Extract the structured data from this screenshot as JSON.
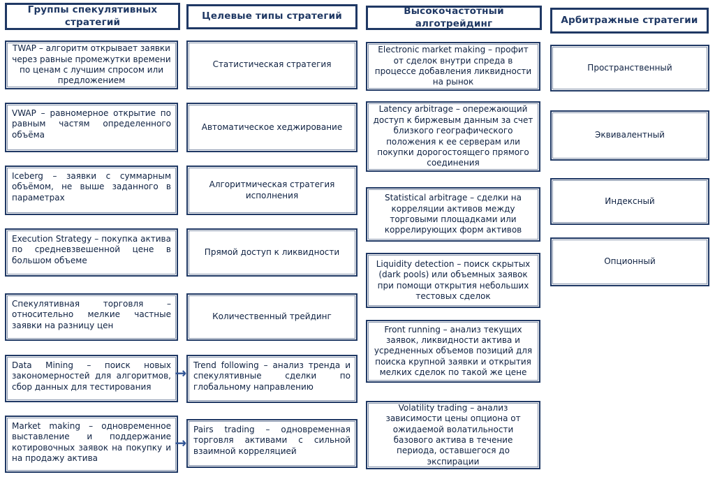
{
  "palette": {
    "border": "#1F3864",
    "header_text": "#1F3864",
    "body_text": "#0E2142",
    "arrow": "#2F5496",
    "background": "#FFFFFF"
  },
  "icons": {
    "arrow_right": "→"
  },
  "columns": [
    {
      "id": "speculative-groups",
      "header": "Группы спекулятивных стратегий",
      "items": [
        "TWAP – алгоритм открывает заявки через равные промежутки времени по ценам с лучшим спросом или предложением",
        "VWAP – равномерное открытие по равным частям определенного объёма",
        "Iceberg – заявки с суммарным объёмом, не выше заданного в параметрах",
        "Execution Strategy – покупка актива по средневзвешенной цене в большом объеме",
        "Спекулятивная торговля – относительно мелкие частные заявки на разницу цен",
        "Data Mining – поиск новых закономерностей для алгоритмов, сбор данных для тестирования",
        "Market making – одновременное выставление и поддержание котировочных заявок на покупку и на продажу актива"
      ]
    },
    {
      "id": "target-types",
      "header": "Целевые типы стратегий",
      "items": [
        "Статистическая стратегия",
        "Автоматическое хеджирование",
        "Алгоритмическая стратегия исполнения",
        "Прямой доступ к ликвидности",
        "Количественный трейдинг",
        "Trend following – анализ тренда и спекулятивные сделки по глобальному направлению",
        "Pairs trading – одновременная торговля активами с сильной взаимной корреляцией"
      ]
    },
    {
      "id": "hft-algotrading",
      "header": "Высокочастотный алготрейдинг",
      "items": [
        "Electronic market making – профит от сделок внутри спреда в процессе добавления ликвидности на рынок",
        "Latency arbitrage – опережающий доступ к биржевым данным за счет близкого географического положения к ее серверам или покупки дорогостоящего прямого соединения",
        "Statistical arbitrage – сделки на корреляции активов между торговыми площадками или коррелирующих форм активов",
        "Liquidity detection – поиск скрытых (dark pools) или объемных заявок при помощи открытия небольших тестовых сделок",
        "Front running – анализ текущих заявок, ликвидности актива и усредненных объемов позиций для поиска крупной заявки и открытия мелких сделок по такой же цене",
        "Volatility trading – анализ зависимости цены опциона от ожидаемой волатильности базового актива в течение периода, оставшегося до экспирации"
      ]
    },
    {
      "id": "arbitrage",
      "header": "Арбитражные стратегии",
      "items": [
        "Пространственный",
        "Эквивалентный",
        "Индексный",
        "Опционный"
      ]
    }
  ],
  "arrows": [
    {
      "from": "Data Mining",
      "to": "Trend following"
    },
    {
      "from": "Market making",
      "to": "Pairs trading"
    }
  ]
}
